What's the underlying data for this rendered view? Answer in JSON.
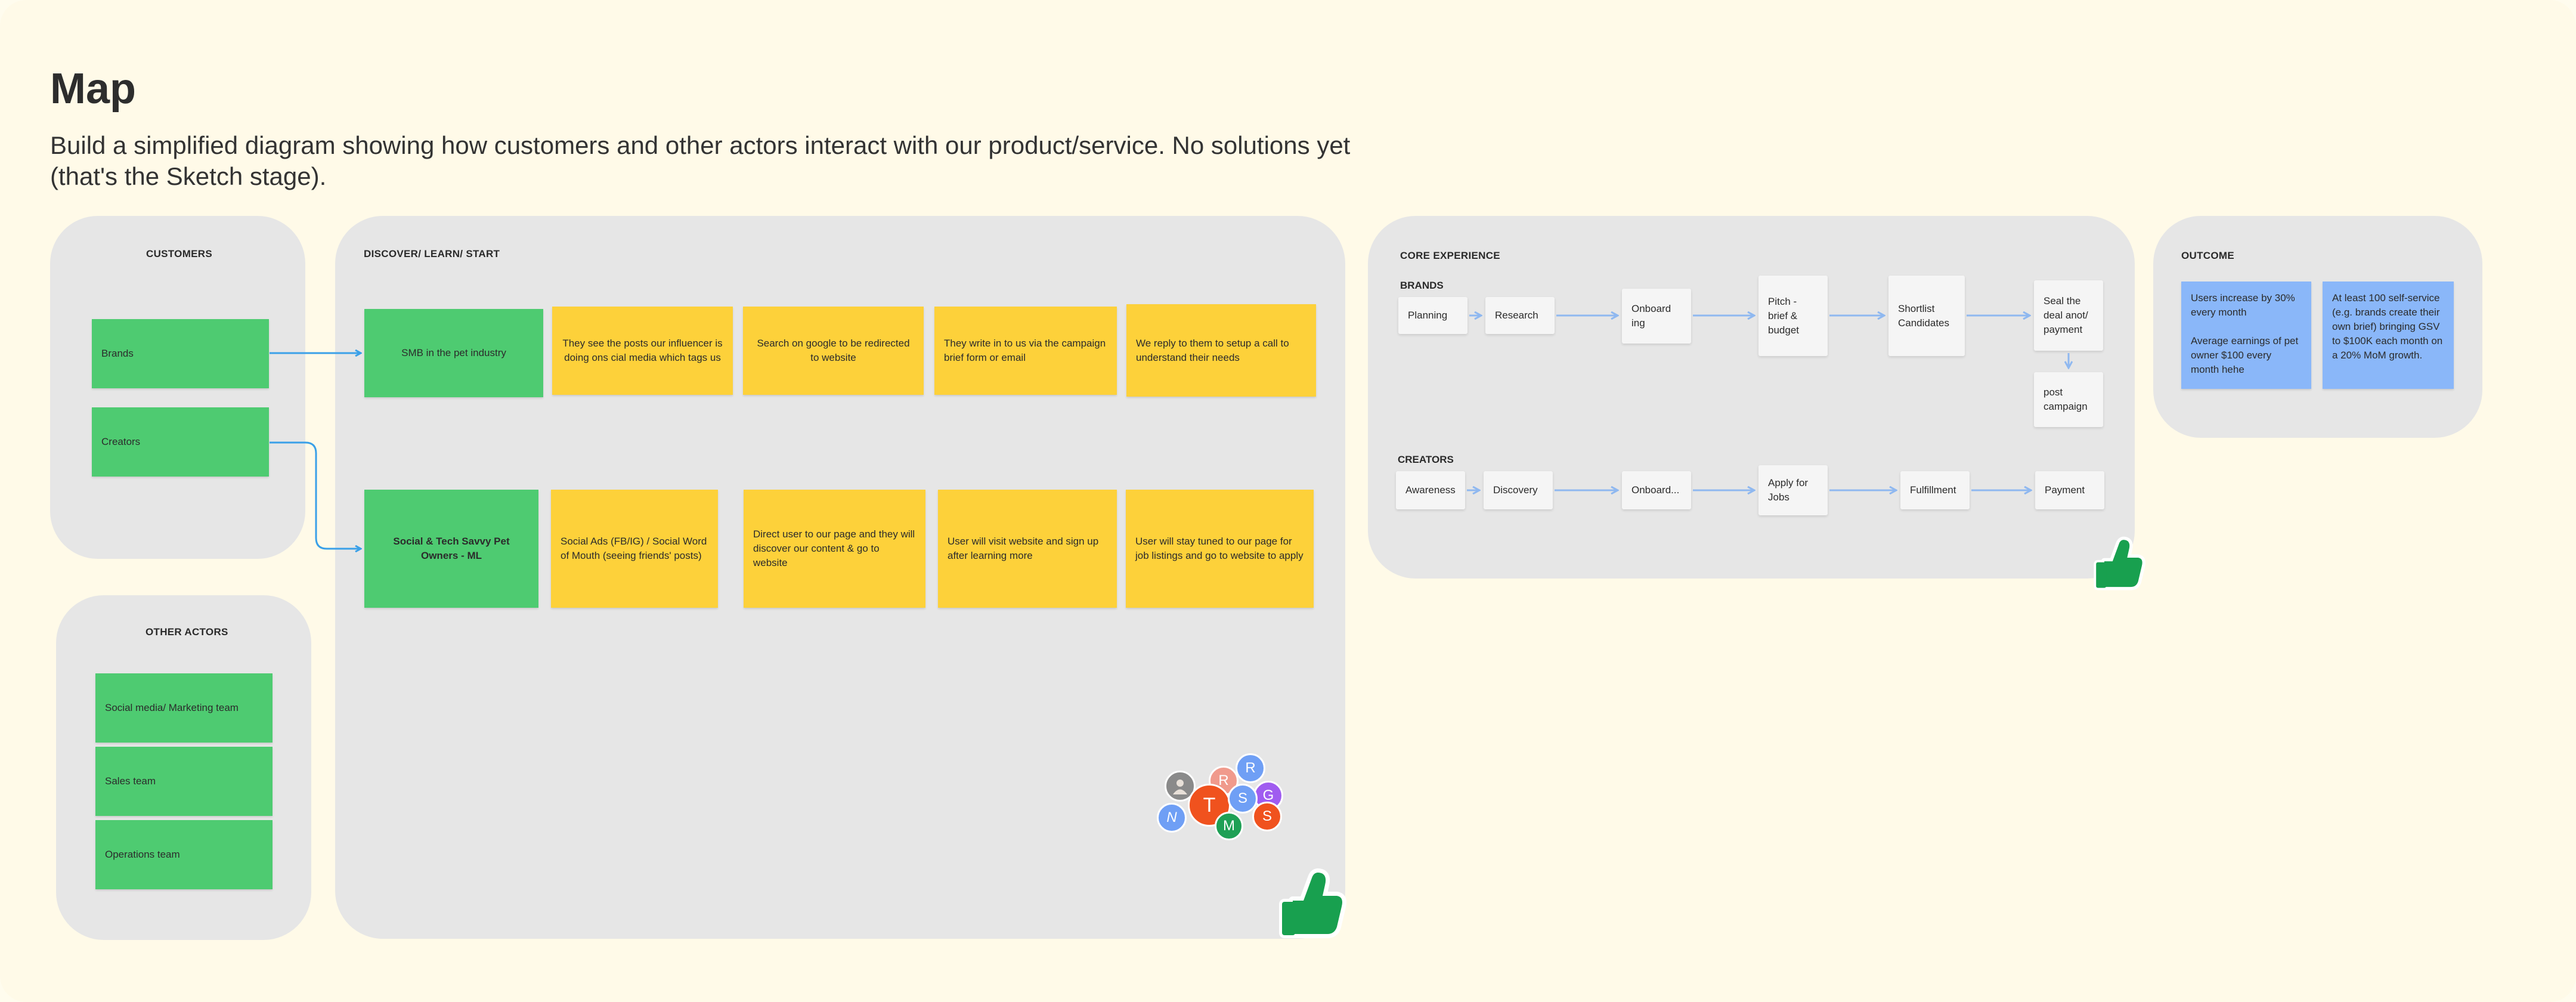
{
  "header": {
    "title": "Map",
    "subtitle": "Build a simplified diagram showing how customers and other actors interact with our product/service. No solutions yet (that's the Sketch stage)."
  },
  "customers": {
    "label": "CUSTOMERS",
    "items": [
      "Brands",
      "Creators"
    ]
  },
  "other_actors": {
    "label": "OTHER ACTORS",
    "items": [
      "Social media/ Marketing team",
      "Sales team",
      "Operations team"
    ]
  },
  "discover": {
    "label": "DISCOVER/ LEARN/ START",
    "row1": [
      "SMB in the pet industry",
      "They see the posts our influencer is doing ons cial media which tags us",
      "Search on google to be redirected to website",
      "They write in to us via the campaign brief form or email",
      "We reply to them to setup a call to understand their needs"
    ],
    "row2": [
      "Social & Tech Savvy Pet Owners - ML",
      "Social Ads (FB/IG) / Social Word of Mouth (seeing friends' posts)",
      "Direct user to our page and they will discover our content & go to website",
      "User will visit website and sign up after learning more",
      "User will stay tuned to our page for job listings and go to website to apply"
    ]
  },
  "core": {
    "label": "CORE EXPERIENCE",
    "brands_label": "BRANDS",
    "brands": [
      "Planning",
      "Research",
      "Onboard ing",
      "Pitch - brief & budget",
      "Shortlist Candidates",
      "Seal the deal anot/ payment",
      "post campaign"
    ],
    "creators_label": "CREATORS",
    "creators": [
      "Awareness",
      "Discovery",
      "Onboard...",
      "Apply for Jobs",
      "Fulfillment",
      "Payment"
    ]
  },
  "outcome": {
    "label": "OUTCOME",
    "items": [
      "Users increase by 30% every month\n\nAverage earnings of pet owner $100 every month hehe",
      "At least 100 self-service (e.g. brands create their own brief) bringing GSV to $100K each month on a 20% MoM growth."
    ]
  },
  "collaborators": [
    "R",
    "R",
    "G",
    "T",
    "S",
    "S",
    "N",
    "M"
  ],
  "colors": {
    "background": "#fffae8",
    "section": "#e6e6e6",
    "green_sticky": "#4ecb71",
    "yellow_sticky": "#fdd13a",
    "blue_sticky": "#8ab7f9",
    "connector": "#3aa0e8",
    "flow_arrow": "#8fb8f0"
  }
}
